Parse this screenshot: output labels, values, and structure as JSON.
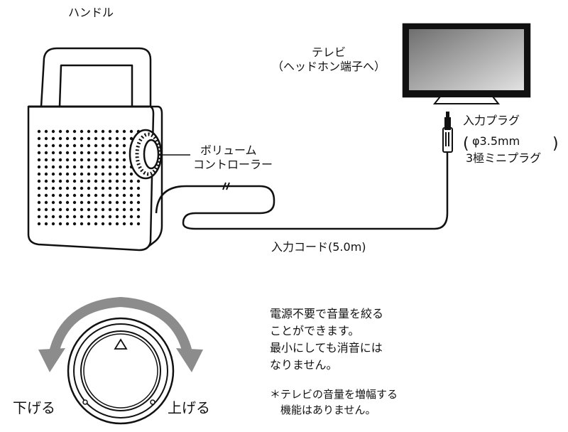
{
  "labels": {
    "handle": "ハンドル",
    "tv_line1": "テレビ",
    "tv_line2": "（ヘッドホン端子へ）",
    "plug_line1": "入力プラグ",
    "plug_line2": "φ3.5mm",
    "plug_line3": "3極ミニプラグ",
    "volume_line1": "ボリューム",
    "volume_line2": "コントローラー",
    "cord": "入力コード(5.0m)",
    "lower": "下げる",
    "raise": "上げる",
    "note_line1": "電源不要で音量を絞る",
    "note_line2": "ことができます。",
    "note_line3": "最小にしても消音には",
    "note_line4": "なりません。",
    "warn_line1": "＊テレビの音量を増幅する",
    "warn_line2": "　機能はありません。"
  },
  "colors": {
    "outline": "#111111",
    "arrow_gray": "#8c8c8c",
    "screen_dark": "#6f6f6f",
    "screen_light": "#d9d9d9"
  }
}
